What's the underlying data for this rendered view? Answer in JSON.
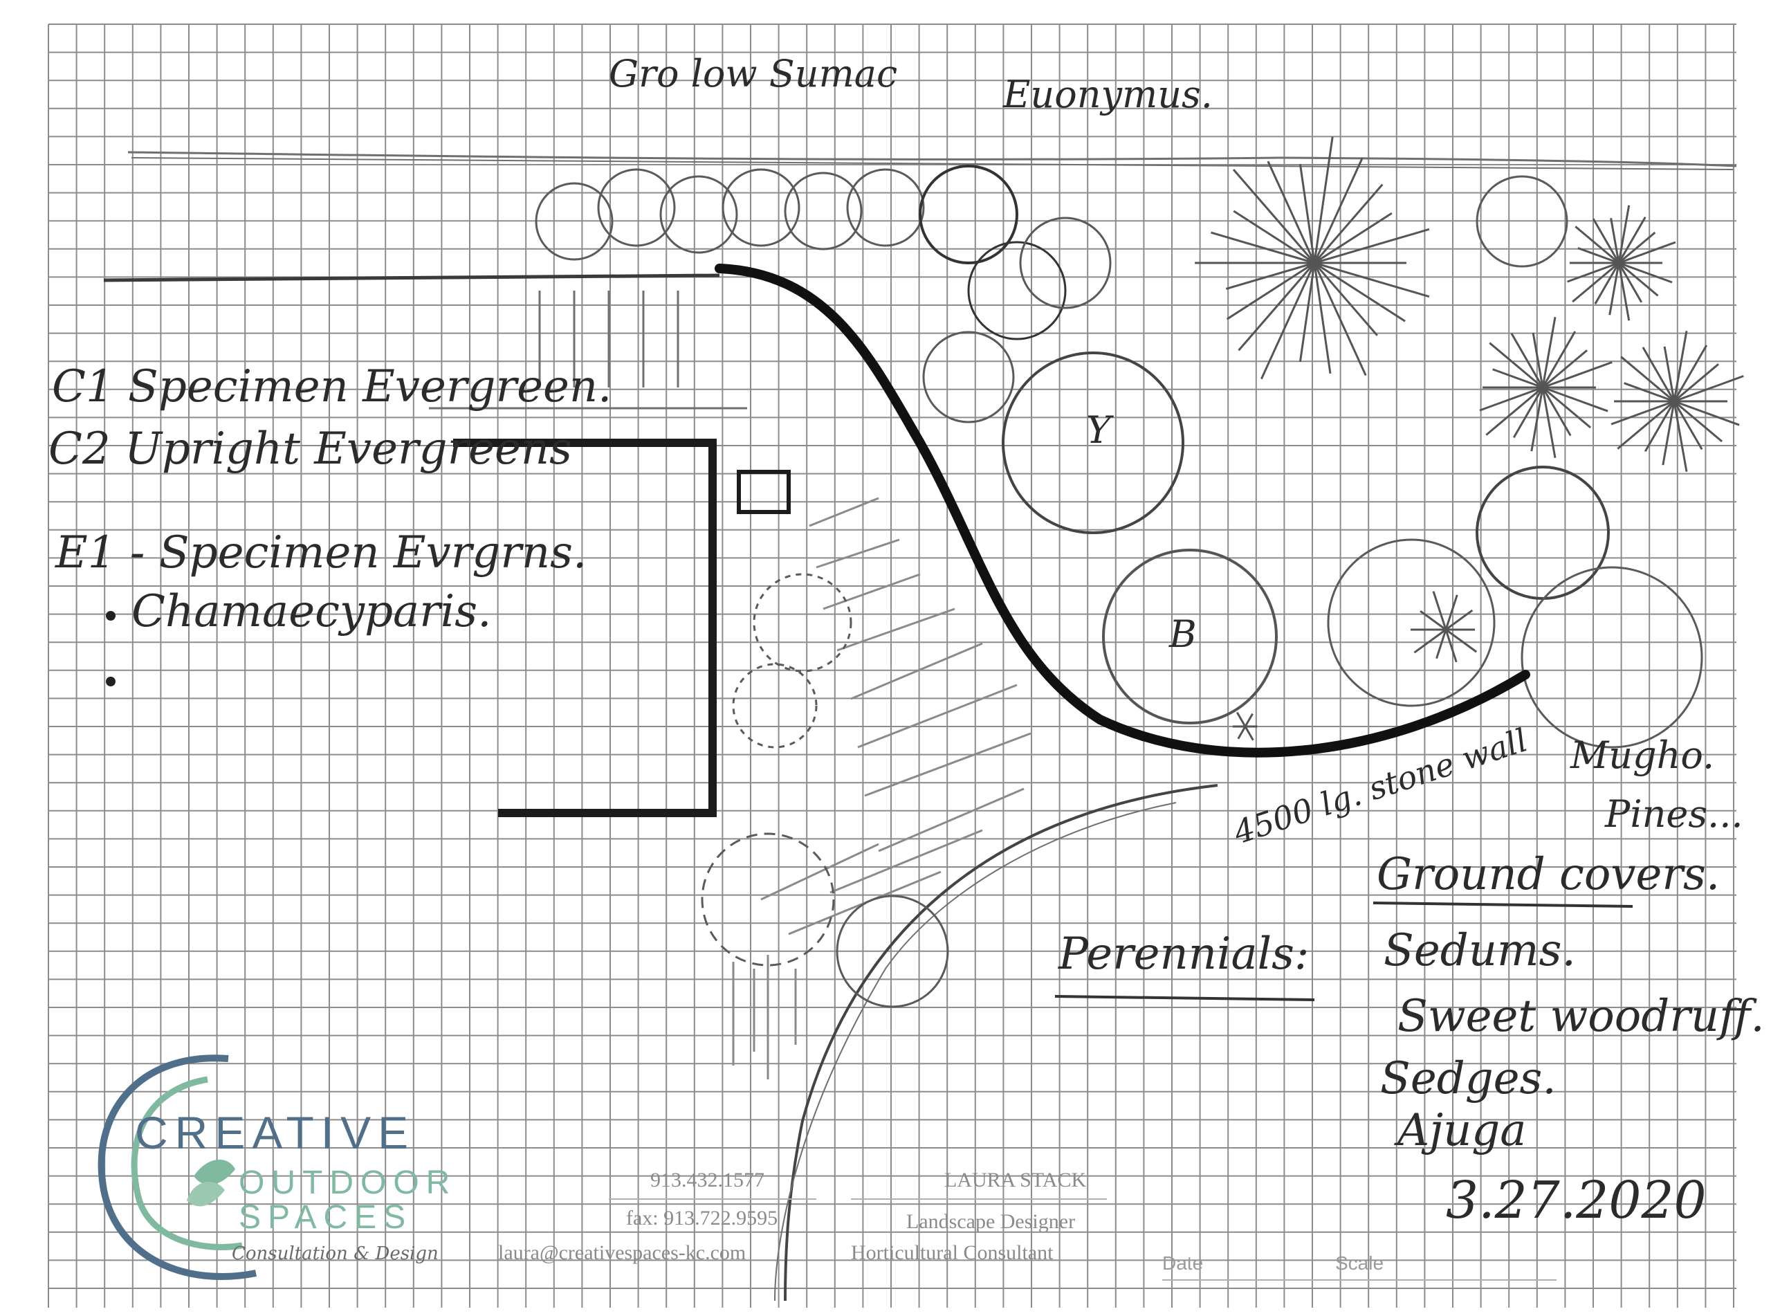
{
  "labels": {
    "gro_low_sumac": "Gro low Sumac",
    "euonymus": "Euonymus.",
    "c1": "C1 Specimen Evergreen.",
    "c2": "C2 Upright Evergreens",
    "e1": "E1 - Specimen Evrgrns.",
    "chamaecyparis": "Chamaecyparis.",
    "mugho_pines": "Mugho.",
    "mugho_pines_2": "Pines...",
    "b_marker": "B",
    "y_marker": "Y",
    "wall_note": "4500 lg. stone wall",
    "perennials": "Perennials:",
    "ground_covers": "Ground covers.",
    "gc_1": "Sedums.",
    "gc_2": "Sweet woodruff.",
    "gc_3": "Sedges.",
    "gc_4": "Ajuga",
    "date_written": "3.27.2020"
  },
  "logo": {
    "line1": "CREATIVE",
    "line2": "OUTDOOR",
    "line3": "SPACES",
    "tagline": "Consultation & Design",
    "color_dark": "#4f6f8a",
    "color_green": "#7fb9a0"
  },
  "contact": {
    "phone": "913.432.1577",
    "fax": "fax: 913.722.9595",
    "email": "laura@creativespaces-kc.com",
    "name": "LAURA STACK",
    "title1": "Landscape Designer",
    "title2": "Horticultural Consultant"
  },
  "footer": {
    "date_label": "Date",
    "scale_label": "Scale"
  },
  "colors": {
    "grid": "#8c8c8c",
    "ink": "#1c1c1c",
    "pencil": "#7a7a7a"
  }
}
